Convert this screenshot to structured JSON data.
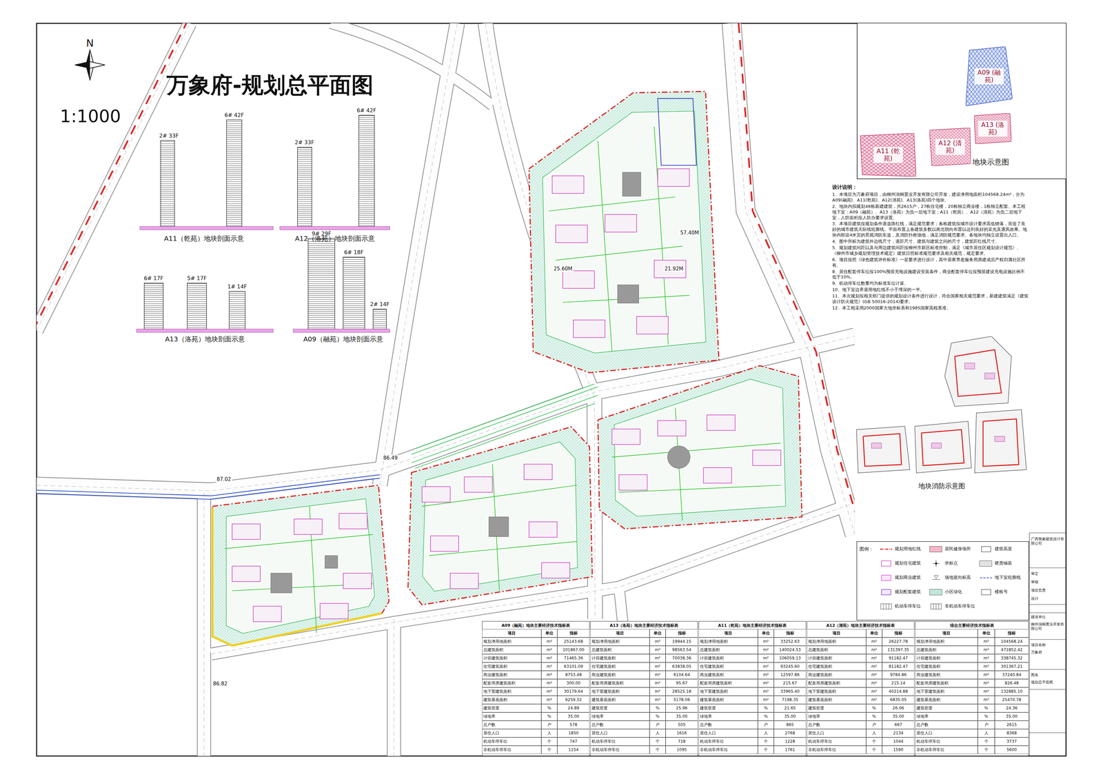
{
  "diagram": {
    "title": "万象府-规划总平面图",
    "nodes": [
      {
        "text": [
          "地块示意图"
        ]
      },
      {
        "text": [
          "A09 (融苑)"
        ],
        "in": 0
      },
      {
        "text": [
          "A13 (洛苑)"
        ],
        "in": 0
      },
      {
        "text": [
          "A11 (乾苑)"
        ],
        "in": 0
      },
      {
        "text": [
          "A12 (清苑)"
        ],
        "in": 0
      },
      {
        "text": [
          "设计说明：",
          "1、本项目为万象府项目，由柳州润桐置业开发有限公司开发，建设净用地面积104568.24m²，分为A09(融苑)、A11(乾苑)、A12(清苑)、A13(洛苑)四个地块。",
          "2、地块内拟规划48栋新建建筑，共2615户，27栋住宅楼，20栋独立商业楼，1栋独立配套。本工程地下室：A09（融苑）、A13（洛苑）为负一层地下室；A11（乾苑）、A12（清苑）为负二层地下室，人防面积按人防办要求设置。",
          "3、本项目建筑按规划条件退道路红线，满足规范要求；各栋建筑按城市设计要求高低错落，营造了良好的城市建筑天际线轮廓线。平面布置上各建筑多数以南北朝向布置以达到良好的采光及通风效果。地块内部设4米宽的景观消防车道，及消防扑救场地，满足消防规范要求。各地块均独立设置出入口。",
          "4、图中所标为建筑外边线尺寸，退距尺寸、建筑与建筑之间的尺寸，建筑距红线尺寸。",
          "5、规划建筑间距以及与周边建筑间距按柳州市新区标准控制，满足《城市居住区规划设计规范》、《柳州市城乡规划管理技术规定》建筑日照标准规范要求及相关规范，规定要求。",
          "6、项目按照《绿色建筑评价标准》一星要求进行设计，其中居家养老服务用房建成后产权归属社区所有。",
          "8、居住配套停车位按100%预留充电设施建设安装条件，商业配套停车位按预留建设充电设施比例不低于10%。",
          "9、机动停车位数量均为标准车位计算。",
          "10、地下室边界退用地红线不小于埋深的一半。",
          "11、本次规划按相关部门提供的规划设计条件进行设计，符合国家相关规范要求，新建建筑满足《建筑设计防火规范》(GB 50016-2014)要求。",
          "12、本工程采用2000国家大地坐标系和1985国家高程基准。"
        ]
      },
      {
        "text": [
          "地块消防示意图"
        ]
      },
      {
        "text": [
          "A09（融苑）地块主要经济技术指标表"
        ]
      },
      {
        "text": [
          "A13（洛苑）地块主要经济技术指标表"
        ]
      },
      {
        "text": [
          "A11（乾苑）地块主要经济技术指标表"
        ]
      },
      {
        "text": [
          "A12（清苑）地块主要经济技术指标表"
        ]
      },
      {
        "text": [
          "综合主要经济技术指标表"
        ]
      }
    ],
    "labels": [
      "N",
      "1:1000",
      "2# 33F",
      "6# 42F",
      "2# 33F",
      "6# 42F",
      "6# 17F",
      "5# 17F",
      "1# 14F",
      "9# 29F",
      "6# 18F",
      "2# 14F",
      "A11（乾苑）地块剖面示意",
      "A12（洛苑）地块剖面示意",
      "A13（洛苑）地块剖面示意",
      "A09（融苑）地块剖面示意",
      "87.02",
      "86.49",
      "86.82",
      "25.60M",
      "21.92M",
      "57.40M",
      "图例：",
      "项目",
      "单位",
      "指标",
      "规划净用地面积",
      "m²",
      "25143.68",
      "总建筑面积",
      "m²",
      "101867.00",
      "计容建筑面积",
      "m²",
      "71465.36",
      "住宅建筑面积",
      "m²",
      "63101.09",
      "商业建筑面积",
      "m²",
      "8753.48",
      "配套用房建筑面积",
      "m²",
      "300.00",
      "地下室建筑面积",
      "m²",
      "30179.64",
      "建筑基底面积",
      "m²",
      "6259.32",
      "建筑密度",
      "%",
      "24.89",
      "绿地率",
      "%",
      "35.00",
      "总户数",
      "户",
      "578",
      "居住人口",
      "人",
      "1850",
      "机动车停车位",
      "个",
      "747",
      "非机动车停车位",
      "个",
      "1154",
      "项目",
      "单位",
      "指标",
      "规划净用地面积",
      "m²",
      "19944.15",
      "总建筑面积",
      "m²",
      "98563.54",
      "计容建筑面积",
      "m²",
      "70038.36",
      "住宅建筑面积",
      "m²",
      "63838.05",
      "商业建筑面积",
      "m²",
      "6104.64",
      "配套用房建筑面积",
      "m²",
      "95.67",
      "地下室建筑面积",
      "m²",
      "28525.18",
      "建筑基底面积",
      "m²",
      "5178.06",
      "建筑密度",
      "%",
      "25.96",
      "绿地率",
      "%",
      "35.00",
      "总户数",
      "户",
      "505",
      "居住人口",
      "人",
      "1616",
      "机动车停车位",
      "个",
      "718",
      "非机动车停车位",
      "个",
      "1095",
      "项目",
      "单位",
      "指标",
      "规划净用地面积",
      "m²",
      "33252.63",
      "总建筑面积",
      "m²",
      "140024.53",
      "计容建筑面积",
      "m²",
      "106059.13",
      "住宅建筑面积",
      "m²",
      "93245.60",
      "商业建筑面积",
      "m²",
      "12597.86",
      "配套用房建筑面积",
      "m²",
      "215.67",
      "地下室建筑面积",
      "m²",
      "33965.40",
      "建筑基底面积",
      "m²",
      "7198.35",
      "建筑密度",
      "%",
      "21.65",
      "绿地率",
      "%",
      "35.00",
      "总户数",
      "户",
      "865",
      "居住人口",
      "人",
      "2768",
      "机动车停车位",
      "个",
      "1228",
      "非机动车停车位",
      "个",
      "1761",
      "项目",
      "单位",
      "指标",
      "规划净用地面积",
      "m²",
      "26227.78",
      "总建筑面积",
      "m²",
      "131397.35",
      "计容建筑面积",
      "m²",
      "91182.47",
      "住宅建筑面积",
      "m²",
      "81182.47",
      "商业建筑面积",
      "m²",
      "9784.86",
      "配套用房建筑面积",
      "m²",
      "215.14",
      "地下室建筑面积",
      "m²",
      "40214.88",
      "建筑基底面积",
      "m²",
      "6835.05",
      "建筑密度",
      "%",
      "26.06",
      "绿地率",
      "%",
      "35.00",
      "总户数",
      "户",
      "667",
      "居住人口",
      "人",
      "2134",
      "机动车停车位",
      "个",
      "1044",
      "非机动车停车位",
      "个",
      "1590",
      "项目",
      "单位",
      "指标",
      "规划净用地面积",
      "m²",
      "104568.24",
      "总建筑面积",
      "m²",
      "471852.42",
      "计容建筑面积",
      "m²",
      "338745.32",
      "住宅建筑面积",
      "m²",
      "301367.21",
      "商业建筑面积",
      "m²",
      "37240.84",
      "配套用房建筑面积",
      "m²",
      "826.48",
      "地下室建筑面积",
      "m²",
      "132885.10",
      "建筑基底面积",
      "m²",
      "25470.78",
      "建筑密度",
      "%",
      "24.36",
      "绿地率",
      "%",
      "35.00",
      "总户数",
      "户",
      "2615",
      "居住人口",
      "人",
      "8368",
      "机动车停车位",
      "个",
      "3737",
      "非机动车停车位",
      "个",
      "5600",
      "广西荣豪建筑设计有限公司",
      "审定",
      "审核",
      "项目负责",
      "设计",
      "建设单位",
      "柳州润桐置业开发有限公司",
      "项目名称",
      "万象府",
      "图名",
      "规划总平面图"
    ],
    "legend": [
      {
        "text": "规划用地红线"
      },
      {
        "text": "居民健身场所",
        "color": "#f4b6c8"
      },
      {
        "text": "建筑高度"
      },
      {
        "text": "规划住宅建筑"
      },
      {
        "text": "坐标点"
      },
      {
        "text": "硬质铺装",
        "color": "#e2e2e2"
      },
      {
        "text": "规划商业建筑"
      },
      {
        "text": "场地竖向标高"
      },
      {
        "text": "地下室轮廓线"
      },
      {
        "text": "规划配套建筑"
      },
      {
        "text": "小区绿化",
        "color": "#bfe8d8"
      },
      {
        "text": "楼栋号"
      },
      {
        "text": "机动车停车位"
      },
      {
        "text": "非机动车停车位"
      }
    ]
  }
}
